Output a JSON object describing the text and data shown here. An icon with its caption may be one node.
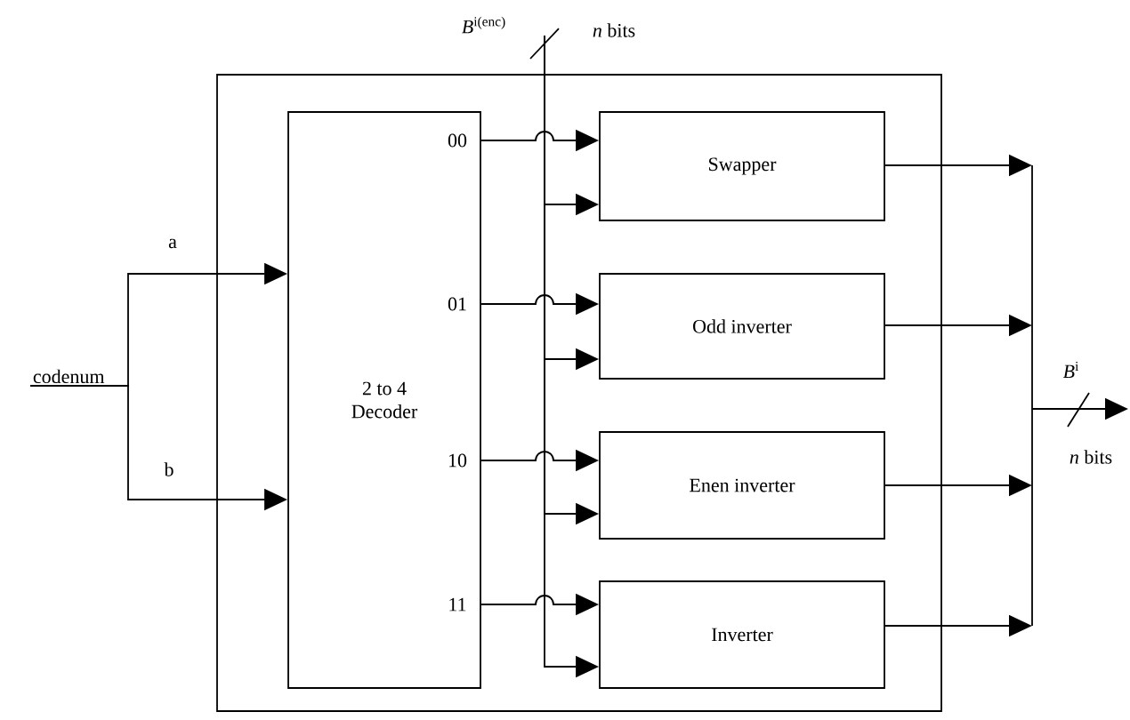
{
  "diagram": {
    "nodes": [
      {
        "text": [],
        "shape": "box"
      },
      {
        "text": [
          "2 to 4 Decoder"
        ],
        "in": 0
      },
      {
        "text": [
          "Swapper"
        ],
        "in": 0
      },
      {
        "text": [
          "Odd inverter"
        ],
        "in": 0
      },
      {
        "text": [
          "Enen inverter"
        ],
        "in": 0
      },
      {
        "text": [
          "Inverter"
        ],
        "in": 0
      },
      {
        "text": [
          "codenum"
        ]
      }
    ],
    "edges": [
      {
        "from": 6,
        "to": 1,
        "arrow": "to",
        "label": "a"
      },
      {
        "from": 6,
        "to": 1,
        "arrow": "to",
        "label": "b"
      },
      {
        "from": 1,
        "to": 2,
        "arrow": "to"
      },
      {
        "from": 1,
        "to": 3,
        "arrow": "to"
      },
      {
        "from": 1,
        "to": 4,
        "arrow": "to"
      },
      {
        "from": 1,
        "to": 5,
        "arrow": "to"
      },
      {
        "from": null,
        "to": 2,
        "arrow": "to"
      },
      {
        "from": null,
        "to": 3,
        "arrow": "to"
      },
      {
        "from": null,
        "to": 4,
        "arrow": "to"
      },
      {
        "from": null,
        "to": 5,
        "arrow": "to"
      },
      {
        "from": 2,
        "to": null,
        "arrow": "to"
      },
      {
        "from": 3,
        "to": null,
        "arrow": "to"
      },
      {
        "from": 4,
        "to": null,
        "arrow": "to"
      },
      {
        "from": 5,
        "to": null,
        "arrow": "to"
      }
    ],
    "labels": [
      "*B*$^{i(enc)}$",
      "*n* bits",
      "00",
      "01",
      "10",
      "11",
      "*B*$^{i}$",
      "*n* bits"
    ]
  }
}
